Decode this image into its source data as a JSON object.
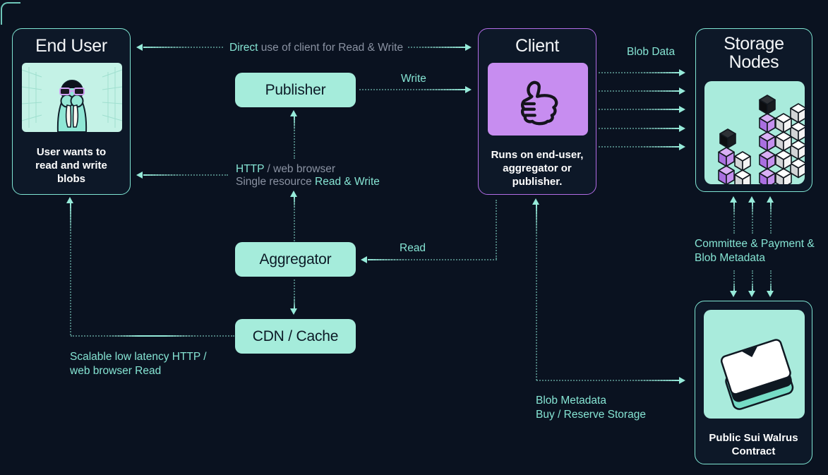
{
  "colors": {
    "background": "#0a1220",
    "node_background": "#0d1828",
    "teal_border": "#7fe5d3",
    "purple_border": "#b26ce6",
    "mint_fill": "#a5ecdb",
    "purple_fill": "#c78df0",
    "teal_text": "#85e4d3",
    "gray_text": "#8a92a2",
    "white_text": "#f4f6f8",
    "dark_text": "#0c1a26"
  },
  "nodes": {
    "end_user": {
      "title": "End User",
      "caption_line1": "User wants to",
      "caption_line2": "read and write",
      "caption_line3": "blobs",
      "illustration": "walrus-icon"
    },
    "publisher": {
      "label": "Publisher"
    },
    "aggregator": {
      "label": "Aggregator"
    },
    "cdn": {
      "label": "CDN / Cache"
    },
    "client": {
      "title": "Client",
      "caption_line1": "Runs on end-user,",
      "caption_line2": "aggregator or",
      "caption_line3": "publisher.",
      "illustration": "thumbs-up-icon"
    },
    "storage_nodes": {
      "title_line1": "Storage",
      "title_line2": "Nodes",
      "illustration": "cubes-icon"
    },
    "contract": {
      "caption_line1": "Public Sui Walrus",
      "caption_line2": "Contract",
      "illustration": "papers-icon"
    }
  },
  "edges": {
    "direct": {
      "highlight": "Direct",
      "rest": " use of client for Read & Write"
    },
    "write": {
      "label": "Write"
    },
    "blob_data": {
      "label": "Blob Data"
    },
    "http_browser": {
      "highlight": "HTTP",
      "rest": " / web browser"
    },
    "single_resource": {
      "rest": "Single resource ",
      "highlight": "Read & Write"
    },
    "read": {
      "label": "Read"
    },
    "committee": {
      "line1": "Committee & Payment &",
      "line2": "Blob Metadata"
    },
    "scalable": {
      "line1": "Scalable low latency HTTP /",
      "line2": "web browser Read"
    },
    "blob_metadata": {
      "line1": "Blob Metadata",
      "line2": "Buy / Reserve Storage"
    }
  }
}
